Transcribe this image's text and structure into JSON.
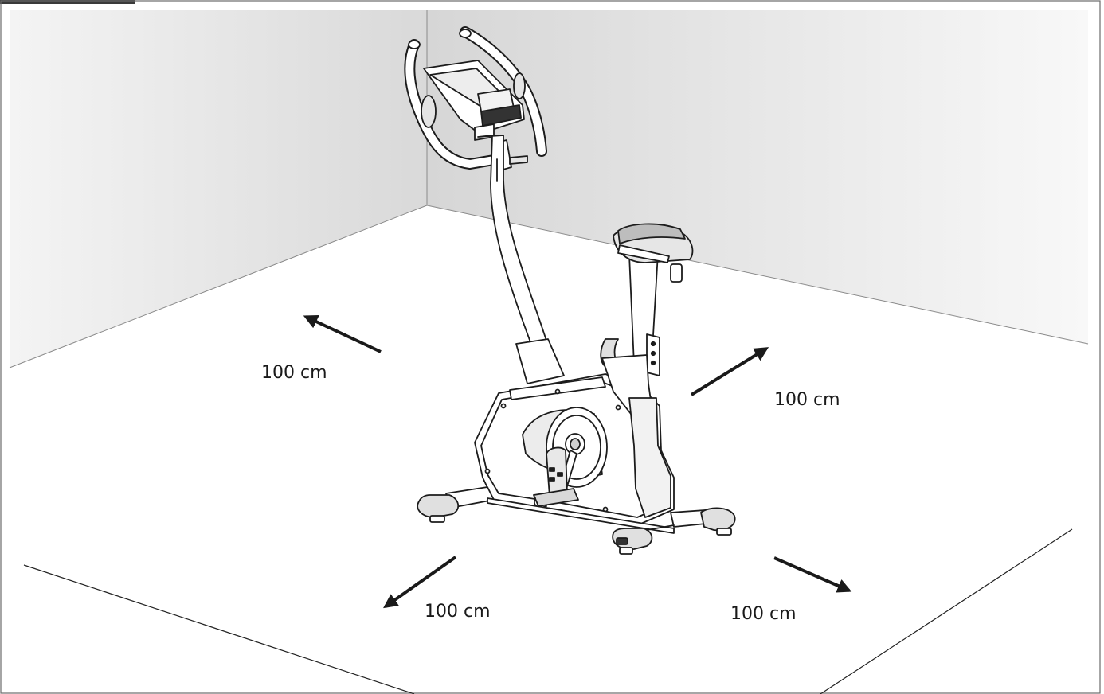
{
  "diagram": {
    "labels": {
      "back_left": "100 cm",
      "back_right": "100 cm",
      "front_left": "100 cm",
      "front_right": "100 cm"
    },
    "colors": {
      "wall": "#dcdcdc",
      "wall_light": "#f6f6f6",
      "line": "#222222",
      "floor": "#ffffff"
    }
  }
}
